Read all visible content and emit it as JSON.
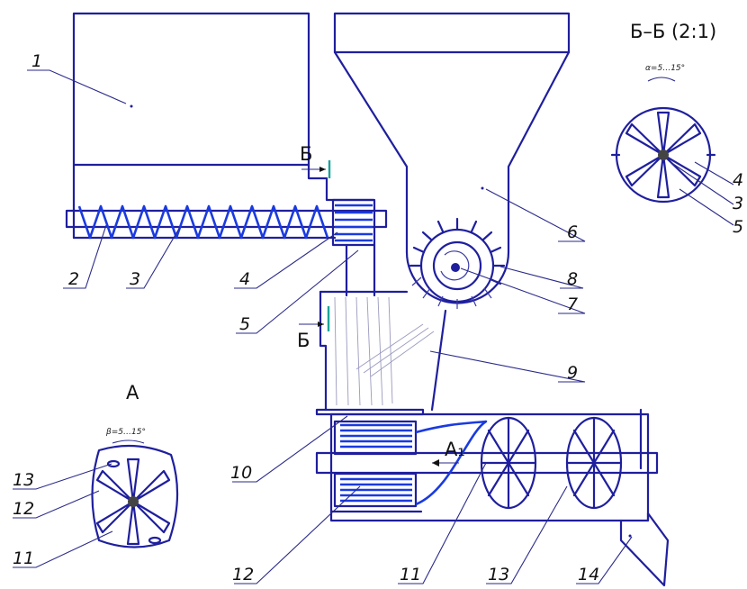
{
  "section_title": "Б–Б (2:1)",
  "view_title": "А",
  "section_marker": "Б",
  "flow_marker": "А₁",
  "angle_alpha": "α=5…15°",
  "angle_beta": "β=5…15°",
  "parts": [
    "1",
    "2",
    "3",
    "4",
    "5",
    "6",
    "7",
    "8",
    "9",
    "10",
    "11",
    "12",
    "13",
    "14"
  ],
  "section_parts": [
    "4",
    "3",
    "5"
  ],
  "view_parts": [
    "13",
    "12",
    "11"
  ],
  "colors": {
    "line": "#1f1f9e",
    "auger": "#1a3ae0",
    "teal": "#1aa39a"
  }
}
